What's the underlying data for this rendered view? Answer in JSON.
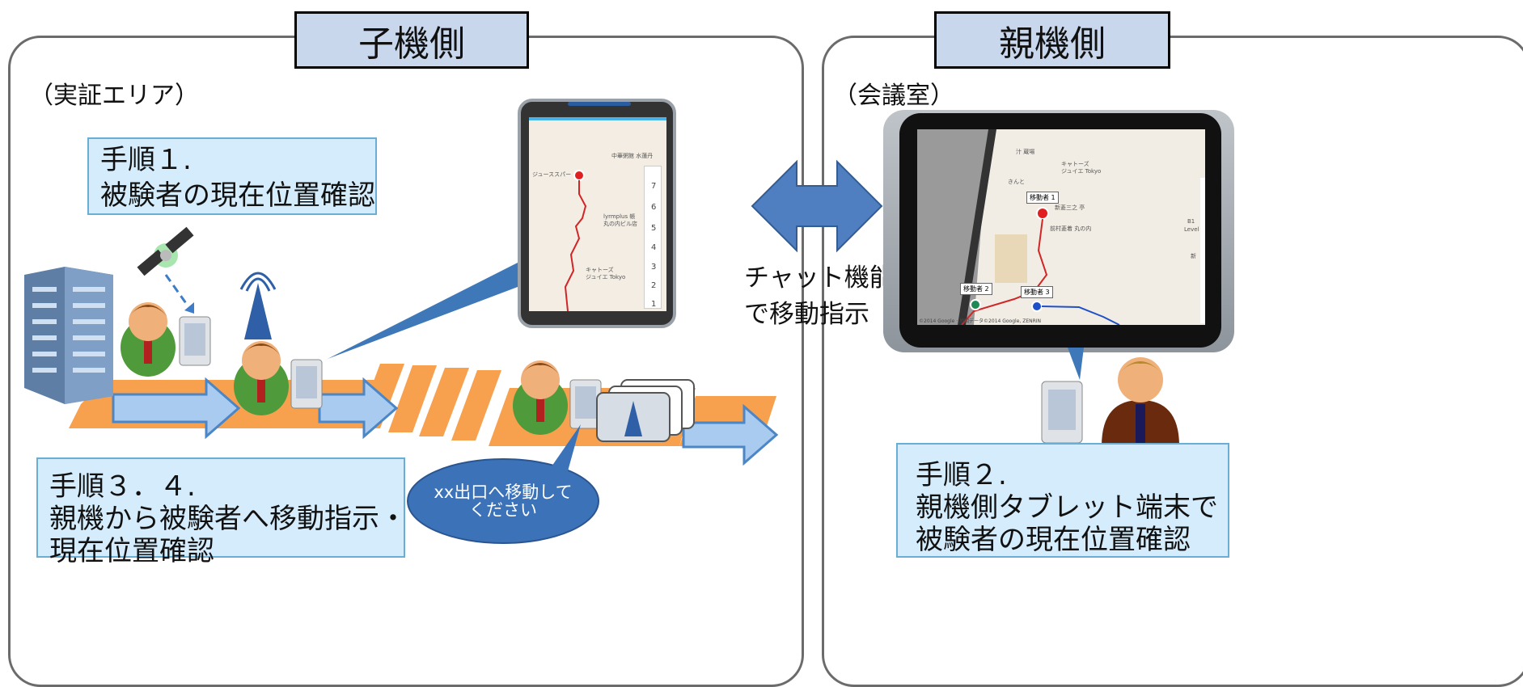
{
  "left_panel": {
    "tab_label": "子機側",
    "area_label": "（実証エリア）",
    "step1": {
      "line1": "手順１.",
      "line2": "被験者の現在位置確認"
    },
    "step34": {
      "line1": "手順３．４.",
      "line2": "親機から被験者へ移動指示・",
      "line3": "現在位置確認"
    },
    "bubble": {
      "line1": "xx出口へ移動して",
      "line2": "ください"
    },
    "tablet_map": {
      "labels": [
        "中華粥館 水蓮丹",
        "ジューススパー",
        "lyrmplus 帳",
        "丸の内ビル店",
        "キャトーズ",
        "ジュイエ Tokyo"
      ],
      "floor_numbers": [
        "7",
        "6",
        "5",
        "4",
        "3",
        "2",
        "1"
      ]
    }
  },
  "right_panel": {
    "tab_label": "親機側",
    "area_label": "（会議室）",
    "step2": {
      "line1": "手順２.",
      "line2": "親機側タブレット端末で",
      "line3": "被験者の現在位置確認"
    },
    "tablet_map": {
      "markers": [
        "移動者 1",
        "移動者 2",
        "移動者 3"
      ],
      "labels": [
        "汁 蔵場",
        "キャトーズ",
        "ジュイエ Tokyo",
        "きんと",
        "新菱三之 亭",
        "前村菱着 丸の内",
        "B1",
        "Level",
        "新"
      ],
      "copyright": "©2014 Google · 地図データ©2014 Google, ZENRIN"
    }
  },
  "center": {
    "chat_line1": "チャット機能",
    "chat_line2": "で移動指示"
  }
}
